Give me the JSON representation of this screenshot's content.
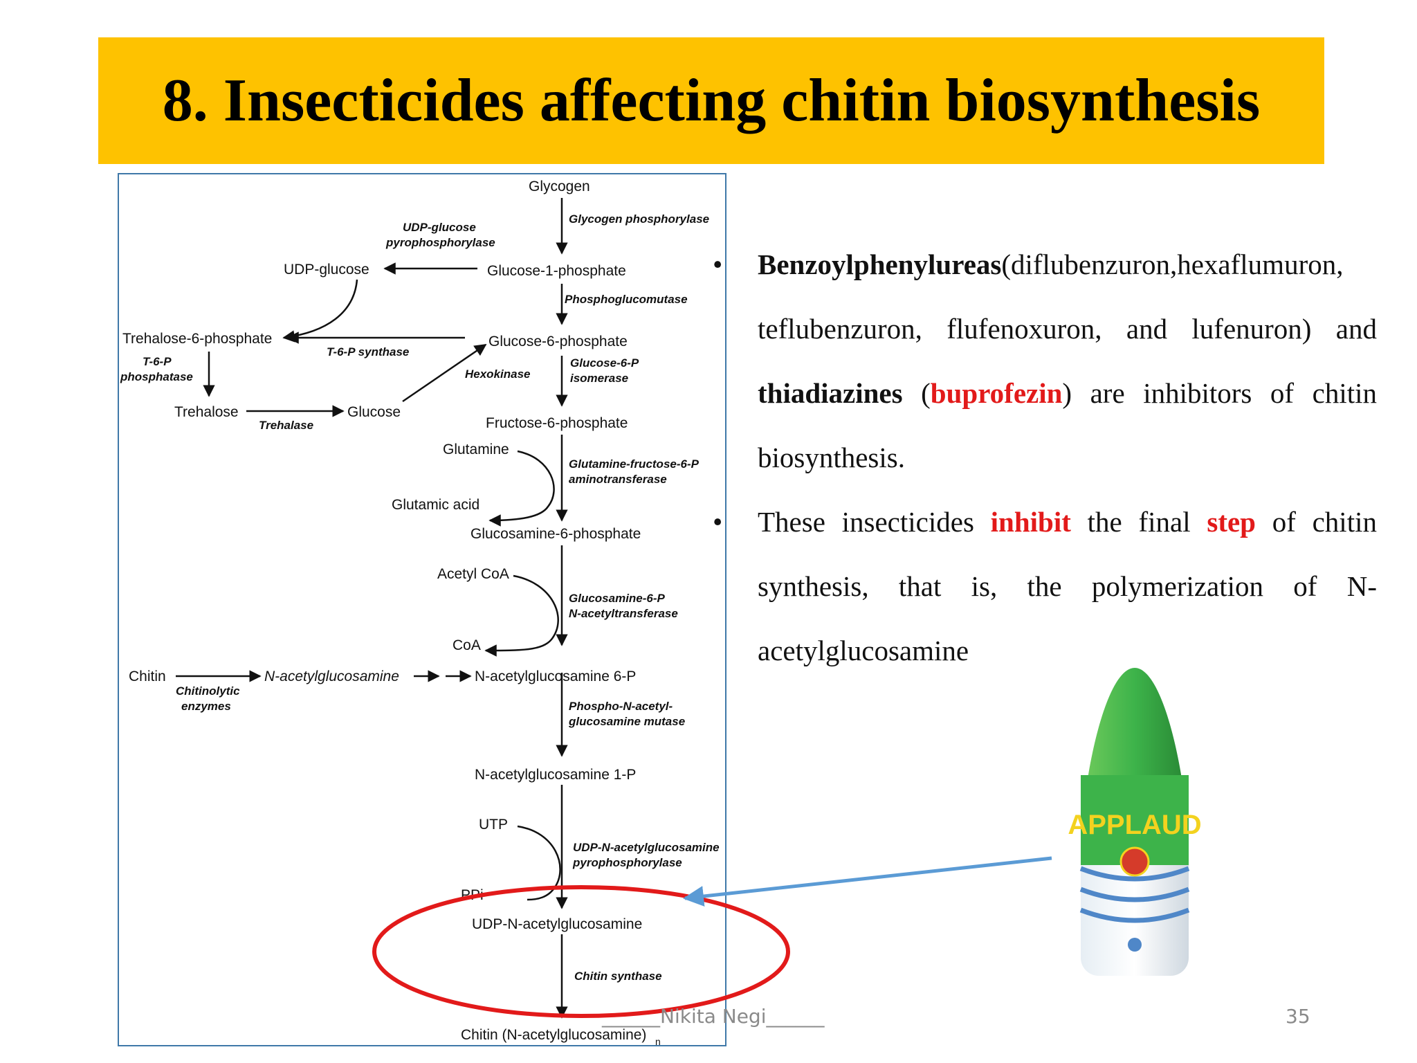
{
  "slide": {
    "title": "8. Insecticides affecting chitin biosynthesis",
    "footer_author": "______Nikita Negi______",
    "page_number": "35"
  },
  "colors": {
    "title_bar": "#fec200",
    "highlight_red": "#e21a1a",
    "arrow_blue": "#5b9bd5",
    "bottle_green": "#3db34a"
  },
  "bullets": [
    {
      "b1_bold": "Benzoylphenylureas",
      "b1_rest": "(diflubenzuron,hexaflumuron, teflubenzuron, flufenoxuron, and lufenuron) and ",
      "b1_bold2": "thiadiazines",
      "b1_paren_open": " (",
      "b1_red": "buprofezin",
      "b1_end": ") are inhibitors of chitin biosynthesis."
    },
    {
      "b2_a": "These insecticides ",
      "b2_red1": "inhibit",
      "b2_b": " the final ",
      "b2_red2": "step",
      "b2_c": " of chitin synthesis, that is, the polymerization of N-acetylglucosamine"
    }
  ],
  "diagram": {
    "nodes": {
      "glycogen": "Glycogen",
      "udp_glucose": "UDP-glucose",
      "glucose_1_phosphate": "Glucose-1-phosphate",
      "trehalose_6_phosphate": "Trehalose-6-phosphate",
      "glucose_6_phosphate": "Glucose-6-phosphate",
      "trehalose": "Trehalose",
      "glucose": "Glucose",
      "fructose_6_phosphate": "Fructose-6-phosphate",
      "glutamine": "Glutamine",
      "glutamic_acid": "Glutamic acid",
      "glucosamine_6_phosphate": "Glucosamine-6-phosphate",
      "acetyl_coa": "Acetyl CoA",
      "coa": "CoA",
      "chitin": "Chitin",
      "n_acetylglucosamine": "N-acetylglucosamine",
      "n_acetylglucosamine_6p": "N-acetylglucosamine 6-P",
      "n_acetylglucosamine_1p": "N-acetylglucosamine 1-P",
      "utp": "UTP",
      "ppi": "PPi",
      "udp_n_acetylglucosamine": "UDP-N-acetylglucosamine",
      "chitin_product": "Chitin (N-acetylglucosamine)",
      "chitin_product_sub": "n"
    },
    "enzymes": {
      "glycogen_phosphorylase": "Glycogen phosphorylase",
      "udp_glucose_pyro_1": "UDP-glucose",
      "udp_glucose_pyro_2": "pyrophosphorylase",
      "phosphoglucomutase": "Phosphoglucomutase",
      "t6p_synthase": "T-6-P synthase",
      "t6p_phosphatase_1": "T-6-P",
      "t6p_phosphatase_2": "phosphatase",
      "hexokinase": "Hexokinase",
      "glucose_6p_isomerase_1": "Glucose-6-P",
      "glucose_6p_isomerase_2": "isomerase",
      "trehalase": "Trehalase",
      "gfat_1": "Glutamine-fructose-6-P",
      "gfat_2": "aminotransferase",
      "gna_1": "Glucosamine-6-P",
      "gna_2": "N-acetyltransferase",
      "chitinolytic_1": "Chitinolytic",
      "chitinolytic_2": "enzymes",
      "agm_1": "Phospho-N-acetyl-",
      "agm_2": "glucosamine mutase",
      "uap_1": "UDP-N-acetylglucosamine",
      "uap_2": "pyrophosphorylase",
      "chitin_synthase": "Chitin synthase"
    }
  },
  "product_image": {
    "brand_text": "APPLAUD"
  }
}
